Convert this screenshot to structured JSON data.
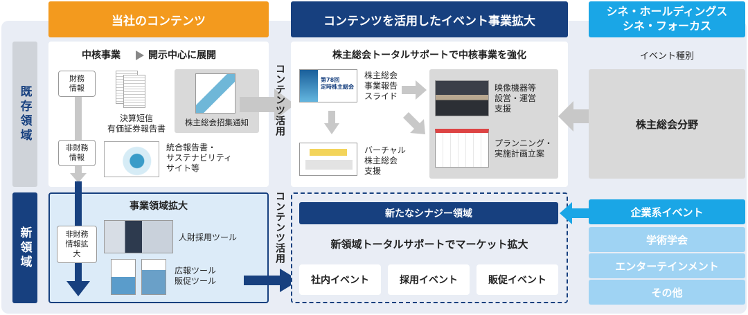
{
  "headers": {
    "own_contents": "当社のコンテンツ",
    "event_expansion": "コンテンツを活用したイベント事業拡大",
    "cine_line1": "シネ・ホールディングス",
    "cine_line2": "シネ・フォーカス"
  },
  "side": {
    "existing": "既存領域",
    "new": "新領域"
  },
  "existing_contents": {
    "title_core": "中核事業",
    "title_rest": "開示中心に展開",
    "financial": "財務情報",
    "non_financial": "非財務情報",
    "kessan_line1": "決算短信",
    "kessan_line2": "有価証券報告書",
    "notice": "株主総会招集通知",
    "integrated_line1": "統合報告書・",
    "integrated_line2": "サステナビリティ",
    "integrated_line3": "サイト等"
  },
  "contents_use_label": "コンテンツ活用",
  "existing_event": {
    "title": "株主総会トータルサポートで中核事業を強化",
    "slide_line1": "株主総会",
    "slide_line2": "事業報告",
    "slide_line3": "スライド",
    "slide_thumb_line1": "第78回",
    "slide_thumb_line2": "定時株主総会",
    "virtual_line1": "バーチャル",
    "virtual_line2": "株主総会",
    "virtual_line3": "支援",
    "video_line1": "映像機器等",
    "video_line2": "設営・運営",
    "video_line3": "支援",
    "plan_line1": "プランニング・",
    "plan_line2": "実施計画立案"
  },
  "cine_existing": {
    "event_type": "イベント種別",
    "agm_field": "株主総会分野"
  },
  "new_contents": {
    "title": "事業領域拡大",
    "non_financial_expand": "非財務情報拡大",
    "recruit_tool": "人財採用ツール",
    "pr_line1": "広報ツール",
    "pr_line2": "販促ツール"
  },
  "new_event": {
    "synergy": "新たなシナジー領域",
    "title": "新領域トータルサポートでマーケット拡大",
    "events": [
      "社内イベント",
      "採用イベント",
      "販促イベント"
    ]
  },
  "cine_new": {
    "items": [
      "企業系イベント",
      "学術学会",
      "エンターテインメント",
      "その他"
    ]
  },
  "colors": {
    "orange": "#f39a1e",
    "navy": "#17407f",
    "cyan": "#1aa6e6",
    "light_cyan": "#9fd3f3",
    "grey": "#d9d9d9"
  }
}
